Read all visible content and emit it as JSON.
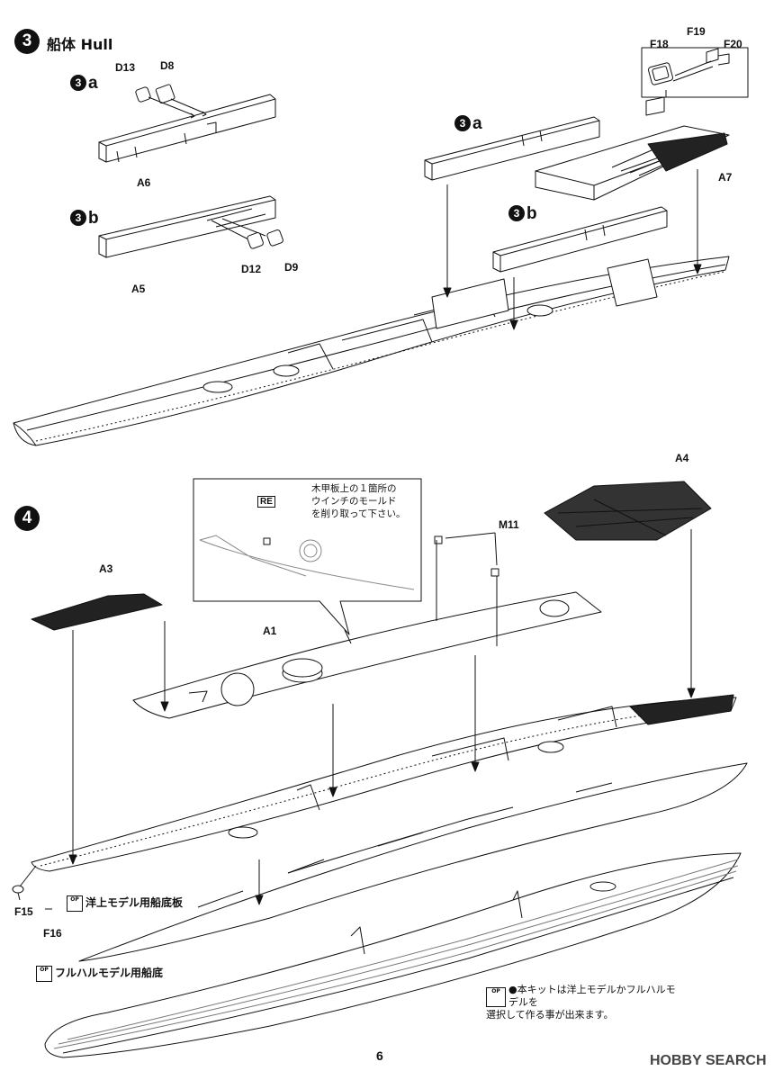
{
  "step3": {
    "number": "3",
    "title": "船体 Hull",
    "sub_a_left": "a",
    "sub_b_left": "b",
    "sub_a_right": "a",
    "sub_b_right": "b",
    "parts": {
      "D13": "D13",
      "D8": "D8",
      "A6": "A6",
      "D12": "D12",
      "D9": "D9",
      "A5": "A5",
      "F18": "F18",
      "F19": "F19",
      "F20": "F20",
      "A7": "A7"
    }
  },
  "step4": {
    "number": "4",
    "parts": {
      "A4": "A4",
      "M11": "M11",
      "A3": "A3",
      "A1": "A1",
      "F15": "F15",
      "F16": "F16"
    },
    "callout_tag": "RE",
    "callout_text": [
      "木甲板上の１箇所の",
      "ウインチのモールド",
      "を削り取って下さい。"
    ],
    "option_waterline": "洋上モデル用船底板",
    "option_fullhull": "フルハルモデル用船底",
    "op_icon_text": "OP",
    "note_lines": [
      "●本キットは洋上モデルかフルハルモデルを",
      "選択して作る事が出来ます。"
    ]
  },
  "page_number": "6",
  "watermark": "HOBBY SEARCH"
}
